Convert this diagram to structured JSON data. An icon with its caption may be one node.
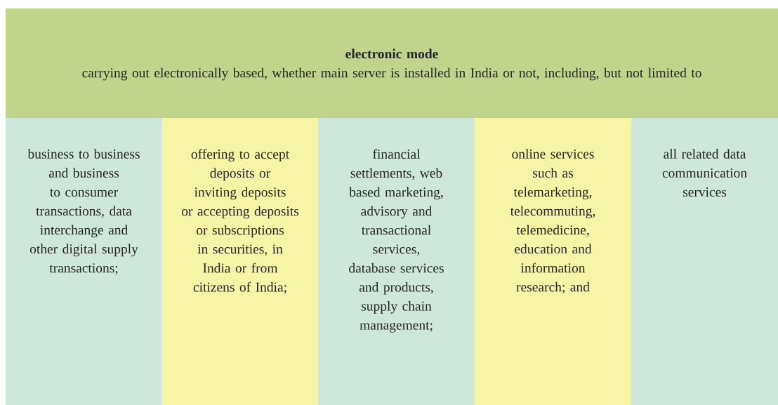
{
  "diagram": {
    "nodes": [
      {
        "text": [
          "electronic mode",
          "carrying out electronically based, whether main server is installed in India or not, including, but not limited to"
        ]
      },
      {
        "text": [
          "business to business and business to consumer transactions, data interchange and other digital supply transactions;"
        ]
      },
      {
        "text": [
          "offering to accept deposits or inviting deposits or accepting deposits or subscriptions in securities, in India or from citizens of India;"
        ]
      },
      {
        "text": [
          "financial settlements, web based marketing, advisory and transactional services, database services and products, supply chain management;"
        ]
      },
      {
        "text": [
          "online services such as telemarketing, telecommuting, telemedicine, education and information research; and"
        ]
      },
      {
        "text": [
          "all related data communication services"
        ]
      }
    ]
  }
}
